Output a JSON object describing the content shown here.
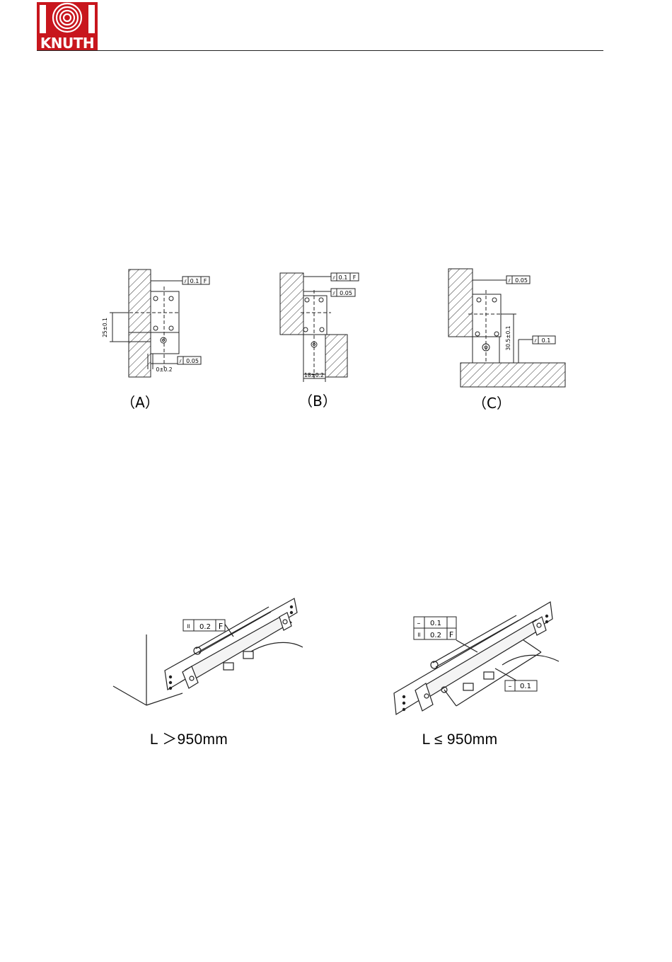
{
  "header": {
    "logo_text": "KNUTH",
    "brand_color": "#c8161d"
  },
  "section1": {
    "figure_a": {
      "caption": "（A）",
      "flatness_top": "0.1",
      "datum": "F",
      "flatness_bottom": "0.05",
      "dim_height": "25±0.1",
      "dim_offset": "0±0.2"
    },
    "figure_b": {
      "caption": "（B）",
      "flatness_top": "0.1",
      "datum": "F",
      "flatness_second": "0.05",
      "dim_width": "18±0.2"
    },
    "figure_c": {
      "caption": "（C）",
      "flatness_top": "0.05",
      "flatness_right": "0.1",
      "dim_height": "30.5±0.1"
    }
  },
  "section2": {
    "left": {
      "caption": "L ＞950mm",
      "parallel_value": "0.2",
      "datum": "F"
    },
    "right": {
      "caption": "L ≤ 950mm",
      "straight_value": "0.1",
      "parallel_value": "0.2",
      "datum": "F",
      "straight_value_2": "0.1"
    }
  }
}
